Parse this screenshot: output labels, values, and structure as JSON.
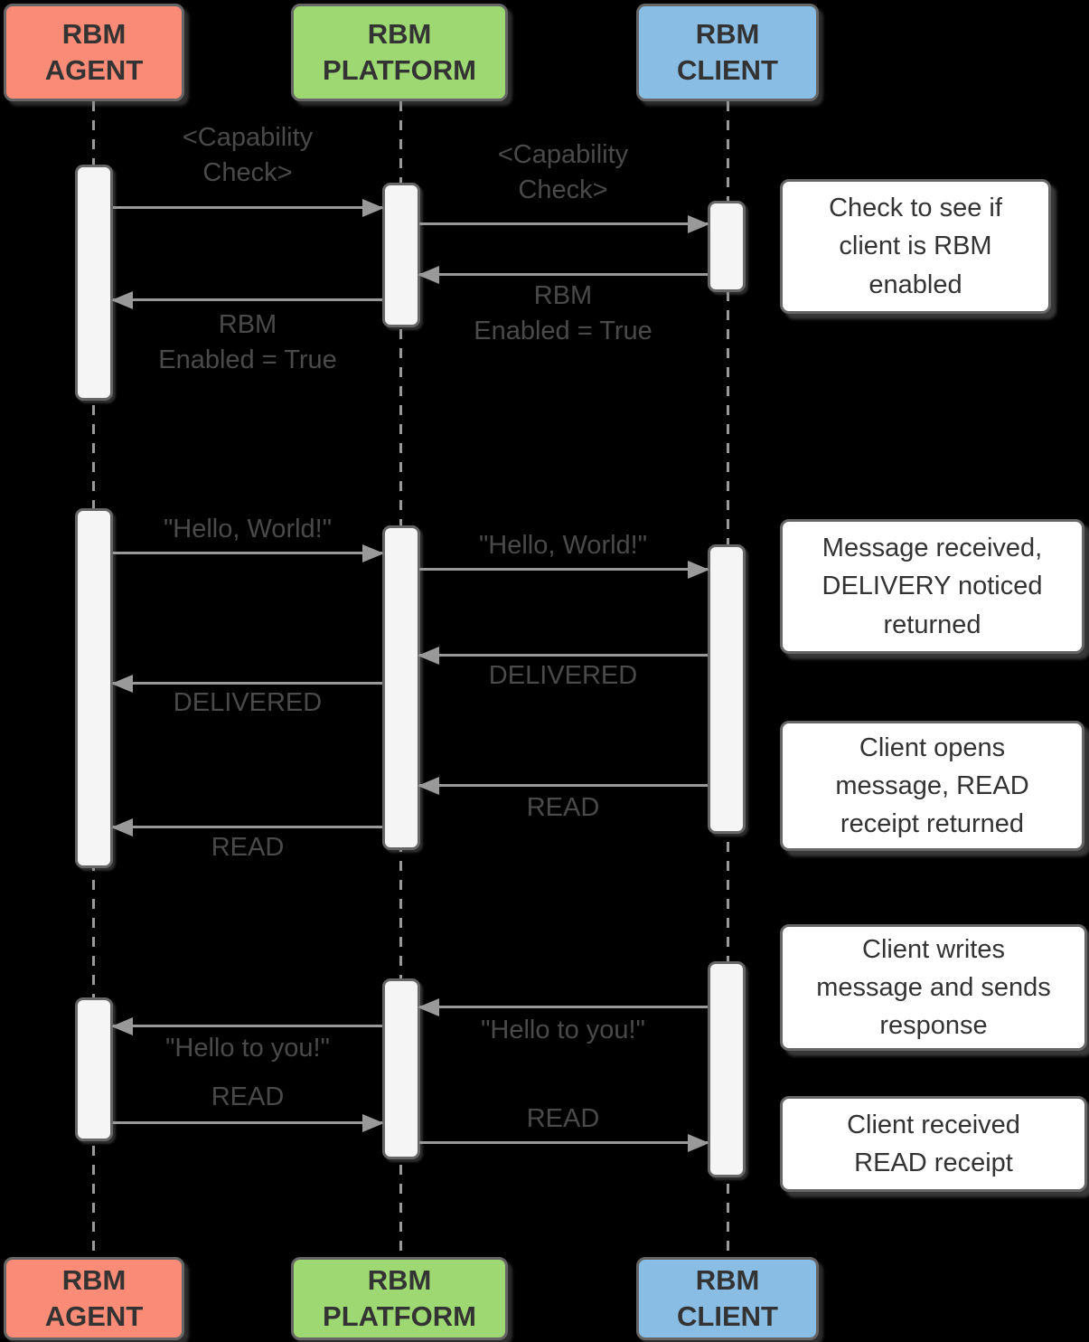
{
  "diagram": {
    "title": "RBM capability check and messaging sequence",
    "colors": {
      "background": "#000000",
      "agent_box": "#F98B77",
      "platform_box": "#9ED873",
      "client_box": "#89BDE3",
      "box_border": "#666666",
      "activation_fill": "#F5F5F5",
      "arrow": "#999999",
      "actor_text": "#333333",
      "message_text": "#4A4A4A",
      "note_bg": "#FFFFFF"
    },
    "actors": {
      "header": [
        {
          "label": "RBM\nAGENT"
        },
        {
          "label": "RBM\nPLATFORM"
        },
        {
          "label": "RBM\nCLIENT"
        }
      ],
      "footer": [
        {
          "label": "RBM\nAGENT"
        },
        {
          "label": "RBM\nPLATFORM"
        },
        {
          "label": "RBM\nCLIENT"
        }
      ]
    },
    "messages": [
      {
        "label": "<Capability\nCheck>",
        "from": "RBM AGENT",
        "to": "RBM PLATFORM"
      },
      {
        "label": "<Capability\nCheck>",
        "from": "RBM PLATFORM",
        "to": "RBM CLIENT"
      },
      {
        "label": "RBM\nEnabled = True",
        "from": "RBM CLIENT",
        "to": "RBM PLATFORM"
      },
      {
        "label": "RBM\nEnabled = True",
        "from": "RBM PLATFORM",
        "to": "RBM AGENT"
      },
      {
        "label": "\"Hello, World!\"",
        "from": "RBM AGENT",
        "to": "RBM PLATFORM"
      },
      {
        "label": "\"Hello, World!\"",
        "from": "RBM PLATFORM",
        "to": "RBM CLIENT"
      },
      {
        "label": "DELIVERED",
        "from": "RBM CLIENT",
        "to": "RBM PLATFORM"
      },
      {
        "label": "DELIVERED",
        "from": "RBM PLATFORM",
        "to": "RBM AGENT"
      },
      {
        "label": "READ",
        "from": "RBM CLIENT",
        "to": "RBM PLATFORM"
      },
      {
        "label": "READ",
        "from": "RBM PLATFORM",
        "to": "RBM AGENT"
      },
      {
        "label": "\"Hello to you!\"",
        "from": "RBM CLIENT",
        "to": "RBM PLATFORM"
      },
      {
        "label": "\"Hello to you!\"",
        "from": "RBM PLATFORM",
        "to": "RBM AGENT"
      },
      {
        "label": "READ",
        "from": "RBM AGENT",
        "to": "RBM PLATFORM"
      },
      {
        "label": "READ",
        "from": "RBM PLATFORM",
        "to": "RBM CLIENT"
      }
    ],
    "notes": [
      {
        "text": "Check to see if\nclient is RBM\nenabled"
      },
      {
        "text": "Message received,\nDELIVERY noticed\nreturned"
      },
      {
        "text": "Client opens\nmessage, READ\nreceipt returned"
      },
      {
        "text": "Client writes\nmessage and sends\nresponse"
      },
      {
        "text": "Client received\nREAD receipt"
      }
    ]
  }
}
